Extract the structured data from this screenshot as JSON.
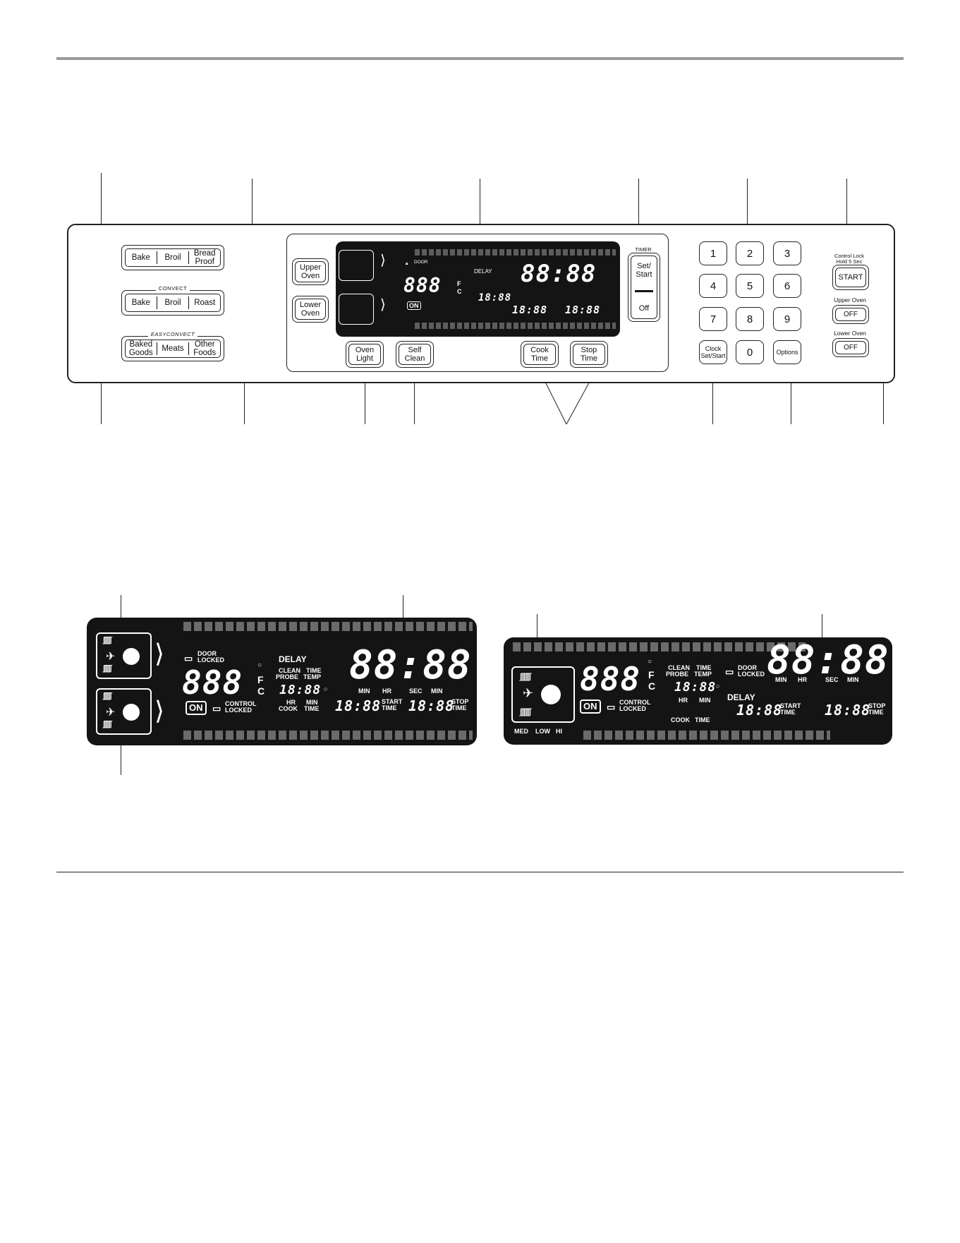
{
  "left_groups": {
    "bake_broil_proof": [
      "Bake",
      "Broil",
      "Bread\nProof"
    ],
    "convect_title": "CONVECT",
    "convect": [
      "Bake",
      "Broil",
      "Roast"
    ],
    "easyconvect_title": "EASYCONVECT",
    "easyconvect": [
      "Baked\nGoods",
      "Meats",
      "Other\nFoods"
    ]
  },
  "oven_select": {
    "upper": "Upper\nOven",
    "lower": "Lower\nOven"
  },
  "below_display": {
    "oven_light": "Oven\nLight",
    "self_clean": "Self\nClean",
    "cook_time": "Cook\nTime",
    "stop_time": "Stop\nTime"
  },
  "timer": {
    "title": "TIMER",
    "set_start": "Set/\nStart",
    "off": "Off"
  },
  "keypad": {
    "keys": [
      "1",
      "2",
      "3",
      "4",
      "5",
      "6",
      "7",
      "8",
      "9"
    ],
    "zero": "0",
    "clock": "Clock\nSet/Start",
    "options": "Options"
  },
  "right_controls": {
    "control_lock": "Control Lock\nHold 5 Sec",
    "start": "START",
    "upper_oven_label": "Upper Oven",
    "upper_off": "OFF",
    "lower_oven_label": "Lower Oven",
    "lower_off": "OFF"
  },
  "display_double": {
    "door": "DOOR",
    "locked": "LOCKED",
    "temp": "888",
    "f": "F",
    "c": "C",
    "on": "ON",
    "control": "CONTROL",
    "control_locked": "LOCKED",
    "delay": "DELAY",
    "clean": "CLEAN",
    "probe": "PROBE",
    "time": "TIME",
    "temp_lbl": "TEMP",
    "mid_digits": "18:88",
    "hr": "HR",
    "min": "MIN",
    "cook": "COOK",
    "time2": "TIME",
    "clock": "88:88",
    "min2": "MIN",
    "hr2": "HR",
    "sec": "SEC",
    "min3": "MIN",
    "start_digits": "18:88",
    "start": "START",
    "start_time": "TIME",
    "stop_digits": "18:88",
    "stop": "STOP",
    "stop_time": "TIME"
  },
  "display_single": {
    "temp": "888",
    "f": "F",
    "c": "C",
    "clean": "CLEAN",
    "probe": "PROBE",
    "time": "TIME",
    "temp_lbl": "TEMP",
    "door": "DOOR",
    "locked": "LOCKED",
    "clock": "88:88",
    "min": "MIN",
    "hr": "HR",
    "sec": "SEC",
    "min2": "MIN",
    "mid_digits": "18:88",
    "hr2": "HR",
    "min3": "MIN",
    "cook": "COOK",
    "time2": "TIME",
    "delay": "DELAY",
    "on": "ON",
    "control": "CONTROL",
    "control_locked": "LOCKED",
    "start_digits": "18:88",
    "start": "START",
    "start_time": "TIME",
    "stop_digits": "18:88",
    "stop": "STOP",
    "stop_time": "TIME",
    "med": "MED",
    "low": "LOW",
    "hi": "HI"
  }
}
